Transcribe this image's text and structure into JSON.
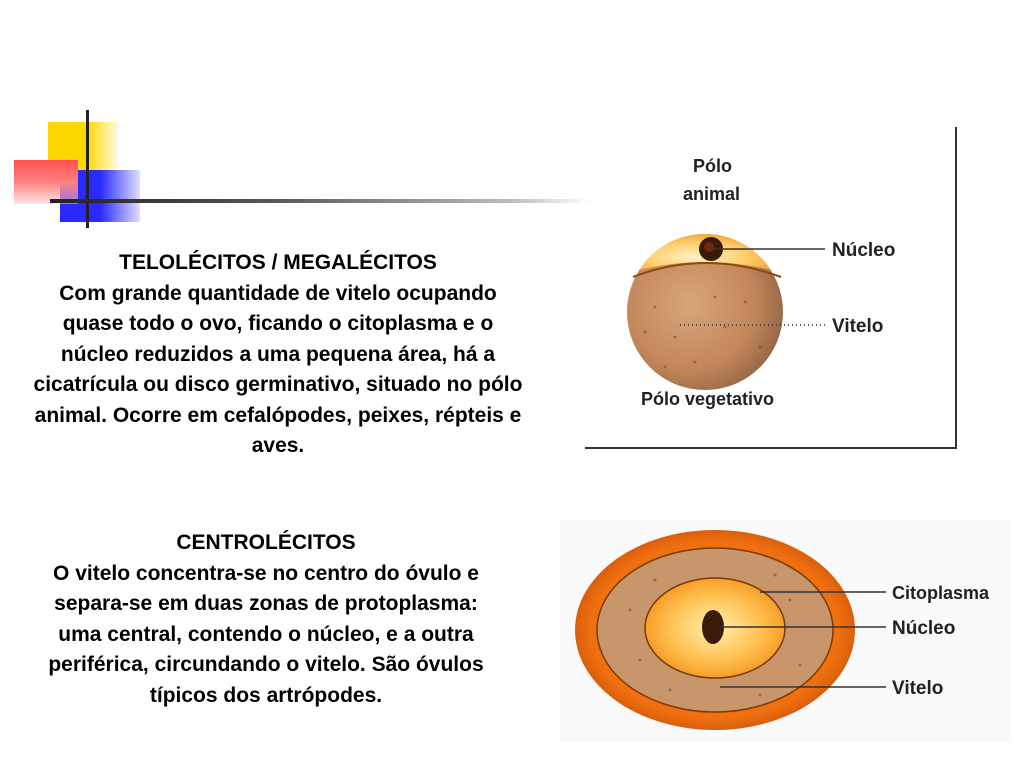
{
  "telolecitos": {
    "heading": "TELOLÉCITOS / MEGALÉCITOS",
    "body": "Com grande quantidade de vitelo ocupando quase todo o ovo, ficando o citoplasma e o núcleo reduzidos a uma pequena área, há a cicatrícula ou disco germinativo, situado no pólo animal. Ocorre em cefalópodes, peixes, répteis e aves."
  },
  "centrolecitos": {
    "heading": "CENTROLÉCITOS",
    "body": "O vitelo concentra-se no centro do óvulo e separa-se em duas zonas de protoplasma: uma central, contendo o núcleo, e a outra periférica, circundando o vitelo. São óvulos típicos dos artrópodes."
  },
  "figure_telo": {
    "label_polo_animal_1": "Pólo",
    "label_polo_animal_2": "animal",
    "label_nucleo": "Núcleo",
    "label_vitelo": "Vitelo",
    "label_polo_vegetativo": "Pólo vegetativo"
  },
  "figure_centro": {
    "label_citoplasma": "Citoplasma",
    "label_nucleo": "Núcleo",
    "label_vitelo": "Vitelo"
  },
  "colors": {
    "yolk_brown": "#c98a5a",
    "cytoplasm_orange": "#f07a10",
    "nucleus_dark": "#3a1a08"
  }
}
